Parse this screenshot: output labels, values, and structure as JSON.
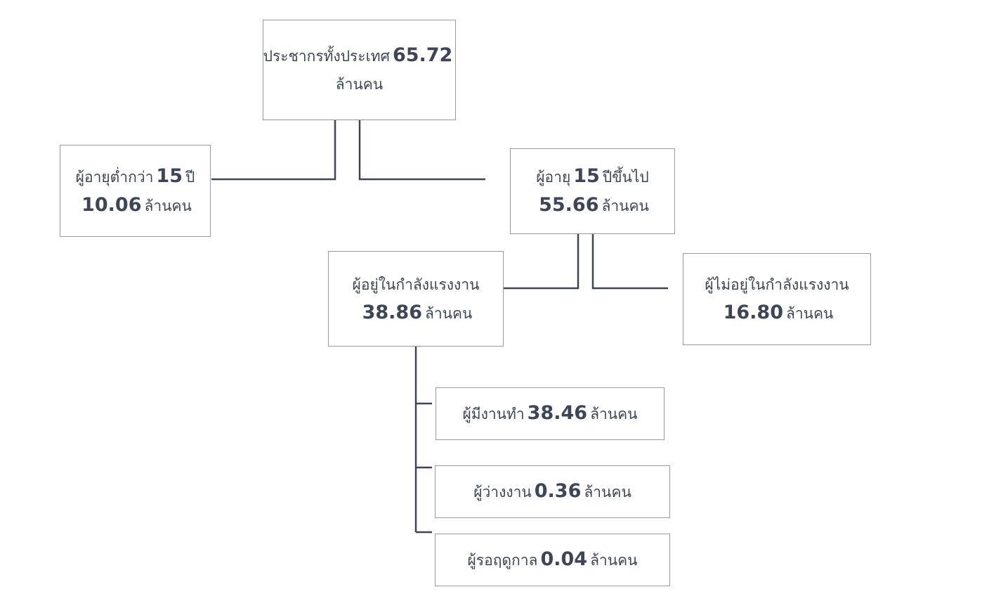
{
  "nodes": {
    "total_population": {
      "label": "ประชากรทั้งประเทศ",
      "value": "65.72",
      "unit": "ล้านคน"
    },
    "under_15": {
      "label": "ผู้อายุต่ำกว่า",
      "age": "15",
      "age_unit": "ปี",
      "value": "10.06",
      "unit": "ล้านคน"
    },
    "age_15_plus": {
      "label": "ผู้อายุ",
      "age": "15",
      "age_unit": "ปีขึ้นไป",
      "value": "55.66",
      "unit": "ล้านคน"
    },
    "in_labor_force": {
      "label": "ผู้อยู่ในกำลังแรงงาน",
      "value": "38.86",
      "unit": "ล้านคน"
    },
    "not_in_labor_force": {
      "label": "ผู้ไม่อยู่ในกำลังแรงงาน",
      "value": "16.80",
      "unit": "ล้านคน"
    },
    "employed": {
      "label": "ผู้มีงานทำ",
      "value": "38.46",
      "unit": "ล้านคน"
    },
    "unemployed": {
      "label": "ผู้ว่างงาน",
      "value": "0.36",
      "unit": "ล้านคน"
    },
    "seasonal": {
      "label": "ผู้รอฤดูกาล",
      "value": "0.04",
      "unit": "ล้านคน"
    }
  },
  "colors": {
    "text": "#3c4658",
    "border": "#9a9a9a",
    "connector": "#3c4658"
  }
}
